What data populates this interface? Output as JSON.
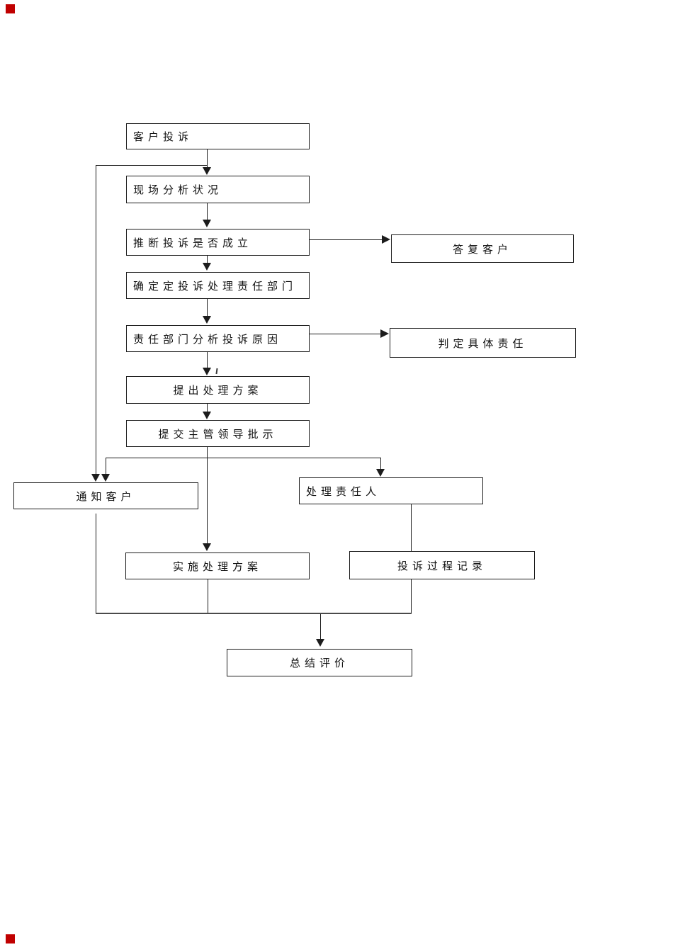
{
  "page": {
    "background": "#ffffff",
    "marker_color": "#c00000",
    "line_color": "#1c1c1c"
  },
  "diagram": {
    "type": "flowchart",
    "nodes": {
      "customer_complaint": "客户投诉",
      "site_analysis": "现场分析状况",
      "judge_validity": "推断投诉是否成立",
      "determine_dept": "确定定投诉处理责任部门",
      "analyze_cause": "责任部门分析投诉原因",
      "propose_plan": "提出处理方案",
      "submit_approval": "提交主管领导批示",
      "reply_customer": "答复客户",
      "determine_liability": "判定具体责任",
      "notify_customer": "通知客户",
      "handler": "处理责任人",
      "implement_plan": "实施处理方案",
      "process_record": "投诉过程记录",
      "summary_evaluation": "总结评价"
    }
  }
}
